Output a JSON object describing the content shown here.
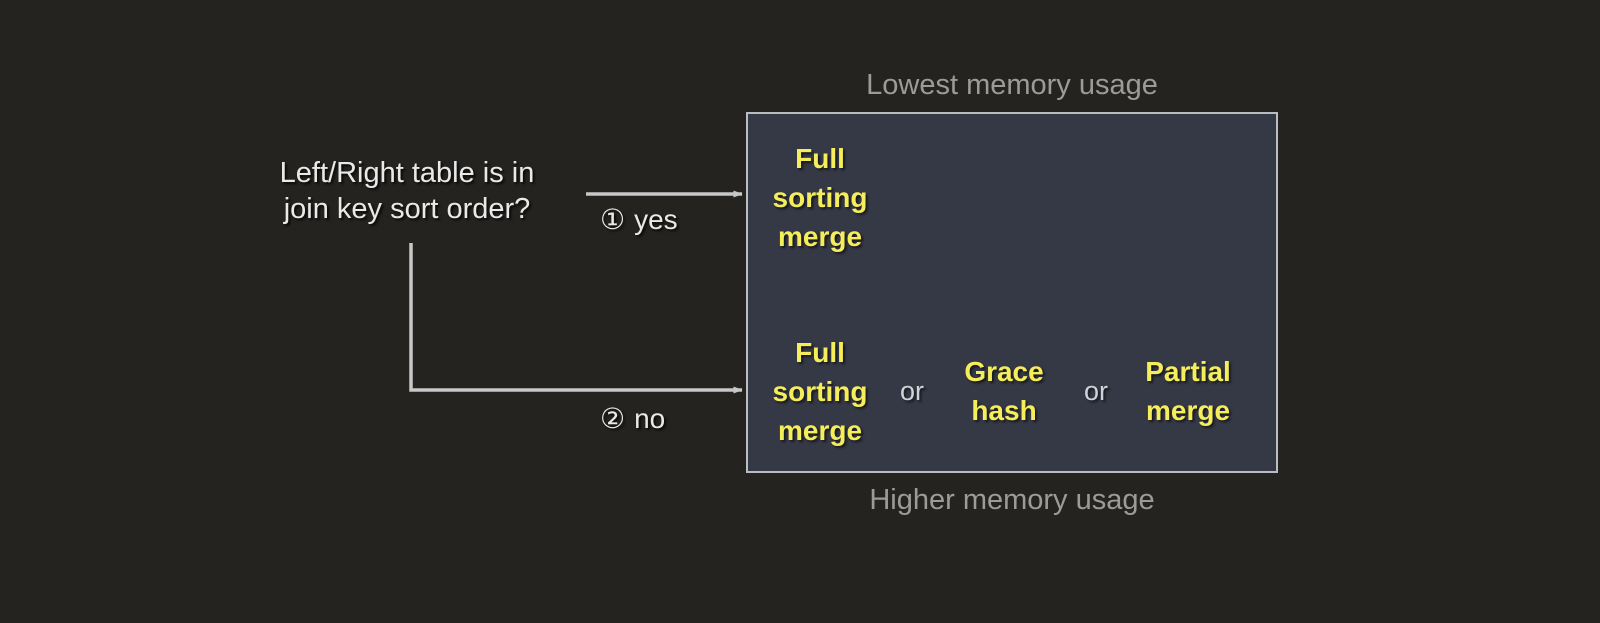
{
  "diagram": {
    "question": "Left/Right table is in\njoin key sort order?",
    "branches": [
      {
        "marker": "①",
        "label": "yes"
      },
      {
        "marker": "②",
        "label": "no"
      }
    ],
    "captions": {
      "top": "Lowest memory usage",
      "bottom": "Higher memory usage"
    },
    "panel": {
      "rows": [
        {
          "options": [
            {
              "text": "Full\nsorting\nmerge"
            }
          ],
          "separators": []
        },
        {
          "options": [
            {
              "text": "Full\nsorting\nmerge"
            },
            {
              "text": "Grace\nhash"
            },
            {
              "text": "Partial\nmerge"
            }
          ],
          "separators": [
            "or",
            "or"
          ]
        }
      ]
    },
    "colors": {
      "background": "#24231f",
      "panel_fill": "#353845",
      "panel_border": "#b9bcc0",
      "option_text": "#f5ee5a",
      "body_text": "#e9e9e9",
      "caption_text": "#9b9b98",
      "connector": "#c6c8c9"
    }
  }
}
